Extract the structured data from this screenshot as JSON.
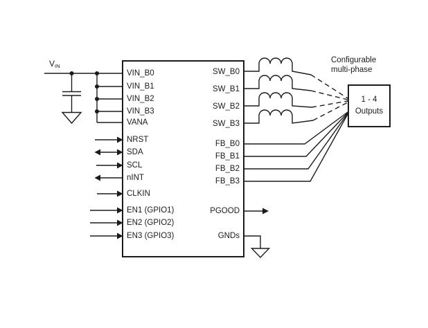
{
  "diagram_type": "power-management IC block schematic",
  "vin": {
    "base": "V",
    "subscript": "IN"
  },
  "chip": {
    "left_pins": [
      "VIN_B0",
      "VIN_B1",
      "VIN_B2",
      "VIN_B3",
      "VANA",
      "NRST",
      "SDA",
      "SCL",
      "nINT",
      "CLKIN",
      "EN1 (GPIO1)",
      "EN2 (GPIO2)",
      "EN3 (GPIO3)"
    ],
    "right_pins": [
      "SW_B0",
      "SW_B1",
      "SW_B2",
      "SW_B3",
      "FB_B0",
      "FB_B1",
      "FB_B2",
      "FB_B3",
      "PGOOD",
      "GNDs"
    ]
  },
  "annotations": {
    "multiphase_line1": "Configurable",
    "multiphase_line2": "multi-phase"
  },
  "output_box": {
    "line1": "1 - 4",
    "line2": "Outputs"
  },
  "colors": {
    "line": "#1b1b1b",
    "background": "#ffffff"
  }
}
